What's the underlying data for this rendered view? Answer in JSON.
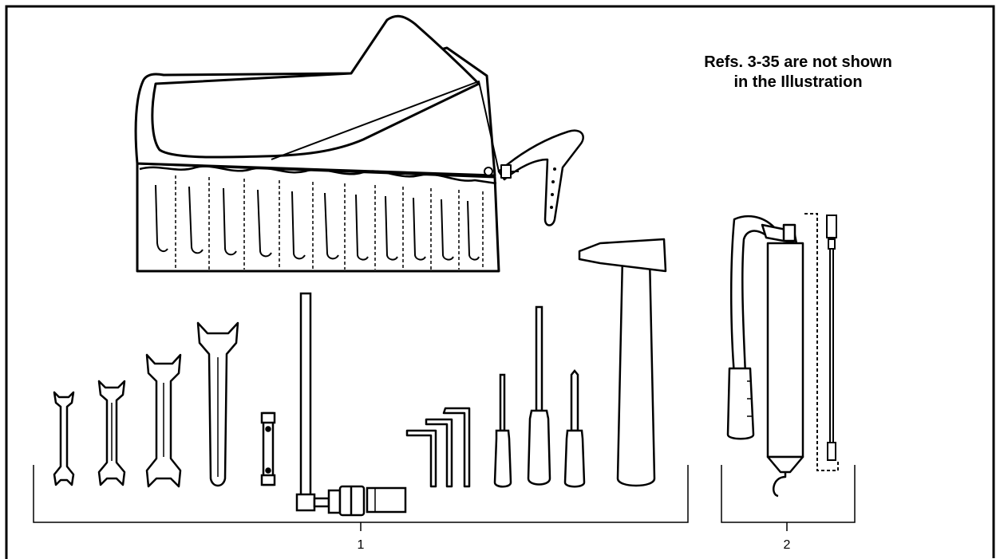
{
  "note": {
    "line1": "Refs. 3-35 are not shown",
    "line2": "in the Illustration"
  },
  "callouts": {
    "item1": "1",
    "item2": "2"
  },
  "colors": {
    "ink": "#000000",
    "paper": "#ffffff"
  }
}
